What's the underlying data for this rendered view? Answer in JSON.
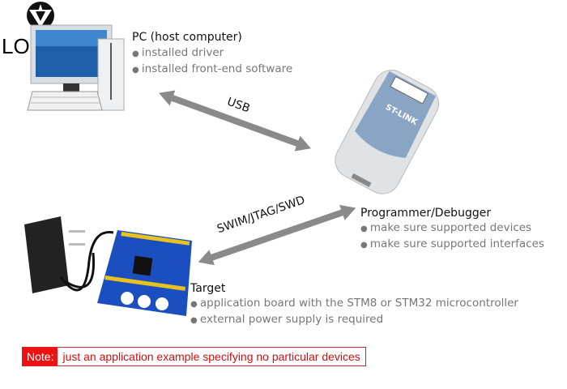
{
  "logo": {
    "text": "LONTEN"
  },
  "pc": {
    "title": "PC (host computer)",
    "bullets": [
      "installed driver",
      "installed front-end software"
    ]
  },
  "links": {
    "usb": "USB",
    "debug": "SWIM/JTAG/SWD"
  },
  "programmer": {
    "title": "Programmer/Debugger",
    "bullets": [
      "make sure supported devices",
      "make sure supported interfaces"
    ],
    "device_label": "ST-LINK"
  },
  "target": {
    "title": "Target",
    "bullets": [
      "application board with the STM8 or STM32 microcontroller",
      "external power supply is required"
    ]
  },
  "note": {
    "tag": "Note:",
    "text": "just an application example specifying no particular devices"
  },
  "colors": {
    "note_red": "#ee1111",
    "arrow": "#8a8a8a",
    "board_blue": "#1b4fc0"
  }
}
